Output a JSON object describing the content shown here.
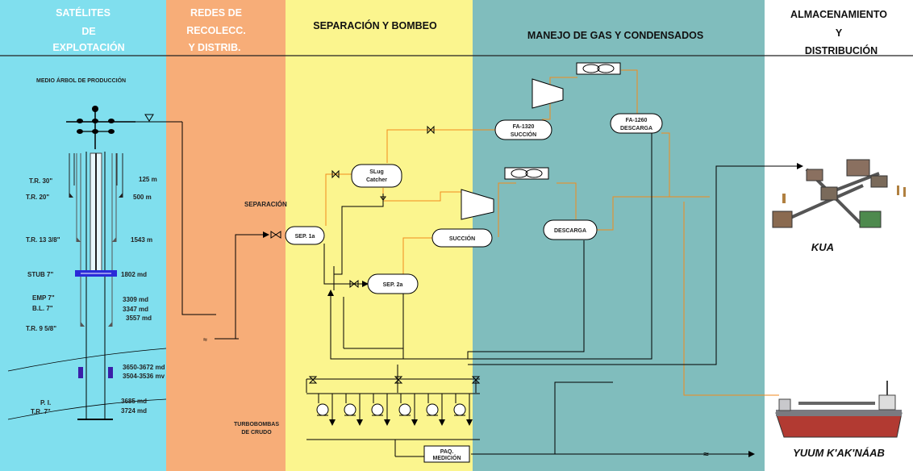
{
  "sections": {
    "satelites": {
      "l1": "SATÉLITES",
      "l2": "DE",
      "l3": "EXPLOTACIÓN"
    },
    "redes": {
      "l1": "REDES DE",
      "l2": "RECOLECC.",
      "l3": "Y DISTRIB."
    },
    "separacion": {
      "l1": "SEPARACIÓN Y BOMBEO"
    },
    "manejo": {
      "l1": "MANEJO DE GAS Y CONDENSADOS"
    },
    "almacenamiento": {
      "l1": "ALMACENAMIENTO",
      "l2": "Y",
      "l3": "DISTRIBUCIÓN"
    }
  },
  "colors": {
    "satelites": "#80dfee",
    "redes": "#f7ad78",
    "separacion": "#fbf58e",
    "manejo": "#80bdbd",
    "almacenamiento": "#ffffff",
    "gas_line": "#f28a1c",
    "oil_line": "#000000"
  },
  "well": {
    "title": "MEDIO ÁRBOL DE PRODUCCIÓN",
    "left_labels": [
      "T.R. 30\"",
      "T.R. 20\"",
      "T.R. 13 3/8\"",
      "STUB 7\"",
      "EMP 7\"",
      "B.L. 7\"",
      "T.R. 9 5/8\"",
      "P. I.",
      "T.R. 7\""
    ],
    "depths": [
      "125 m",
      "500 m",
      "1543 m",
      "1802 md",
      "3309 md",
      "3347 md",
      "3557 md",
      "3650-3672 md",
      "3504-3536 mv",
      "3685 md",
      "3724 md"
    ]
  },
  "process": {
    "separacion_label": "SEPARACIÓN",
    "sep1": "SEP. 1a",
    "sep2": "SEP. 2a",
    "slug_l1": "SLug",
    "slug_l2": "Catcher",
    "succion": "SUCCIÓN",
    "fa1320_l1": "FA-1320",
    "fa1320_l2": "SUCCIÓN",
    "fa1260_l1": "FA-1260",
    "fa1260_l2": "DESCARGA",
    "descarga": "DESCARGA",
    "turbo_l1": "TURBOBOMBAS",
    "turbo_l2": "DE CRUDO",
    "paq_l1": "PAQ.",
    "paq_l2": "MEDICIÓN"
  },
  "destinations": {
    "kua": "KUA",
    "yuum": "YUUM K'AK'NÁAB"
  }
}
